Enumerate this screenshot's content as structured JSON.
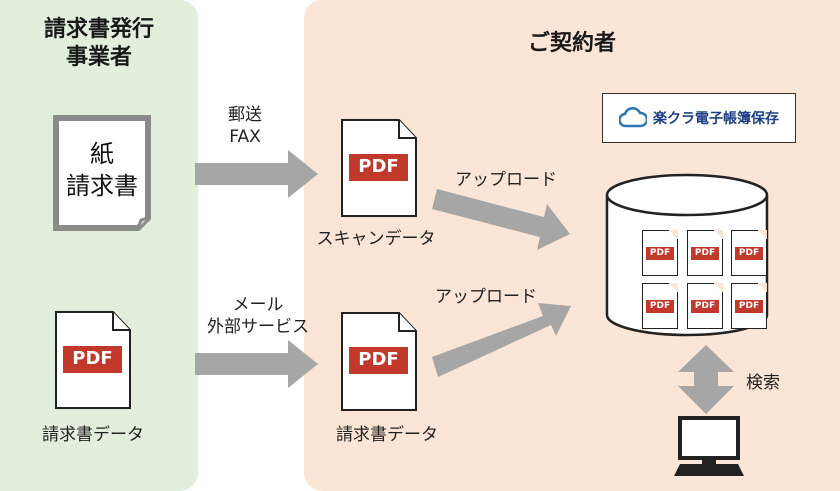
{
  "left_panel": {
    "title_line1": "請求書発行",
    "title_line2": "事業者"
  },
  "right_panel": {
    "title": "ご契約者"
  },
  "paper_invoice": {
    "line1": "紙",
    "line2": "請求書"
  },
  "pdf_badge": "PDF",
  "flow_top": {
    "channel_line1": "郵送",
    "channel_line2": "FAX",
    "result_label": "スキャンデータ",
    "upload_label": "アップロード"
  },
  "flow_bottom": {
    "source_label": "請求書データ",
    "channel_line1": "メール",
    "channel_line2": "外部サービス",
    "result_label": "請求書データ",
    "upload_label": "アップロード"
  },
  "storage": {
    "brand_name": "楽クラ電子帳簿保存",
    "search_label": "検索"
  },
  "colors": {
    "left_bg": "#e2efdc",
    "right_bg": "#fbe5d6",
    "arrow": "#a6a6a6",
    "pdf_red": "#c0392b",
    "brand_blue": "#2e75b6"
  }
}
